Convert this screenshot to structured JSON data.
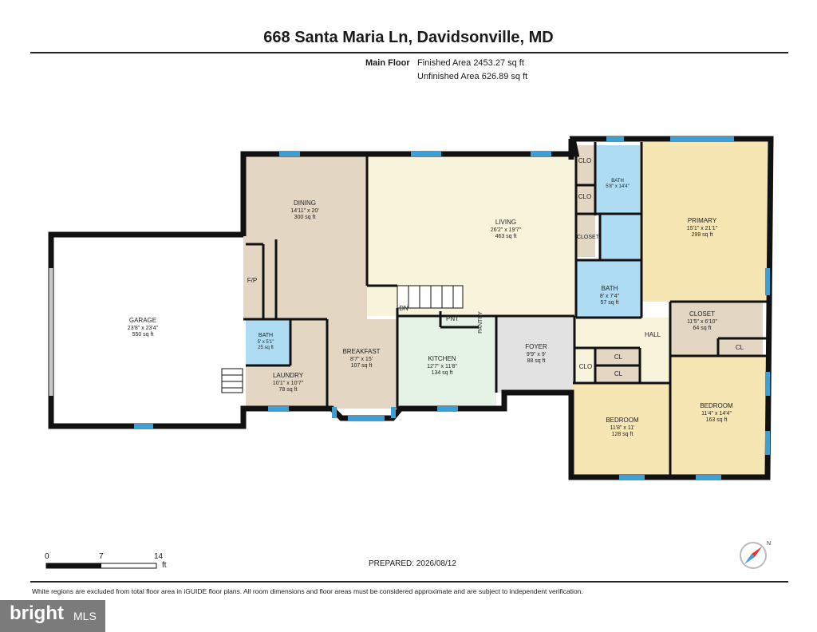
{
  "header": {
    "title": "668 Santa Maria Ln, Davidsonville, MD",
    "floor_label": "Main Floor",
    "finished_area": "Finished Area 2453.27 sq ft",
    "unfinished_area": "Unfinished Area 626.89 sq ft"
  },
  "rooms": {
    "dining": {
      "name": "DINING",
      "dims": "14'11\" x 20'",
      "area": "300 sq ft"
    },
    "living": {
      "name": "LIVING",
      "dims": "26'2\" x 19'7\"",
      "area": "463 sq ft"
    },
    "garage": {
      "name": "GARAGE",
      "dims": "23'8\" x 23'4\"",
      "area": "550 sq ft"
    },
    "bath_small": {
      "name": "BATH",
      "dims": "5' x 5'1\"",
      "area": "25 sq ft"
    },
    "laundry": {
      "name": "LAUNDRY",
      "dims": "10'1\" x 10'7\"",
      "area": "78 sq ft"
    },
    "breakfast": {
      "name": "BREAKFAST",
      "dims": "8'7\" x 15'",
      "area": "107 sq ft"
    },
    "kitchen": {
      "name": "KITCHEN",
      "dims": "12'7\" x 11'8\"",
      "area": "134 sq ft"
    },
    "foyer": {
      "name": "FOYER",
      "dims": "9'9\" x 9'",
      "area": "88 sq ft"
    },
    "bath_top": {
      "name": "BATH",
      "dims": "5'8\" x 14'4\""
    },
    "bath_mid": {
      "name": "BATH",
      "dims": "8' x 7'4\"",
      "area": "57 sq ft"
    },
    "primary": {
      "name": "PRIMARY",
      "dims": "15'1\" x 21'1\"",
      "area": "299 sq ft"
    },
    "closet_big": {
      "name": "CLOSET",
      "dims": "11'5\" x 6'10\"",
      "area": "64 sq ft"
    },
    "bedroom_left": {
      "name": "BEDROOM",
      "dims": "11'8\" x 11'",
      "area": "128 sq ft"
    },
    "bedroom_right": {
      "name": "BEDROOM",
      "dims": "11'4\" x 14'4\"",
      "area": "163 sq ft"
    }
  },
  "labels": {
    "clo_1": "CLO",
    "clo_2": "CLO",
    "clo_3": "CLO",
    "closet_small": "CLOSET",
    "hall": "HALL",
    "cl_1": "CL",
    "cl_2": "CL",
    "cl_3": "CL",
    "pnt": "PNT",
    "pantry": "PANTRY",
    "dn": "DN",
    "fp": "F/P"
  },
  "scale": {
    "ticks": [
      "0",
      "7",
      "14"
    ],
    "unit": "ft"
  },
  "prepared": "PREPARED: 2026/08/12",
  "disclaimer": "White regions are excluded from total floor area in iGUIDE floor plans. All room dimensions and floor areas must be considered approximate and are subject to independent verification.",
  "branding": {
    "logo_text": "bright",
    "suffix": "MLS"
  },
  "compass": {
    "north_label": "N"
  },
  "colors": {
    "wall": "#111111",
    "window": "#3aa0d6",
    "dining": "#e3d7c4",
    "living": "#f8f4dc",
    "primary": "#f6e6b4",
    "bedroom": "#f6e6b4",
    "bath": "#aedcf3",
    "kitchen": "#e4f3e6",
    "foyer": "#e2e2e2",
    "closet": "#e3d7c4",
    "hall": "#f8f4dc"
  }
}
